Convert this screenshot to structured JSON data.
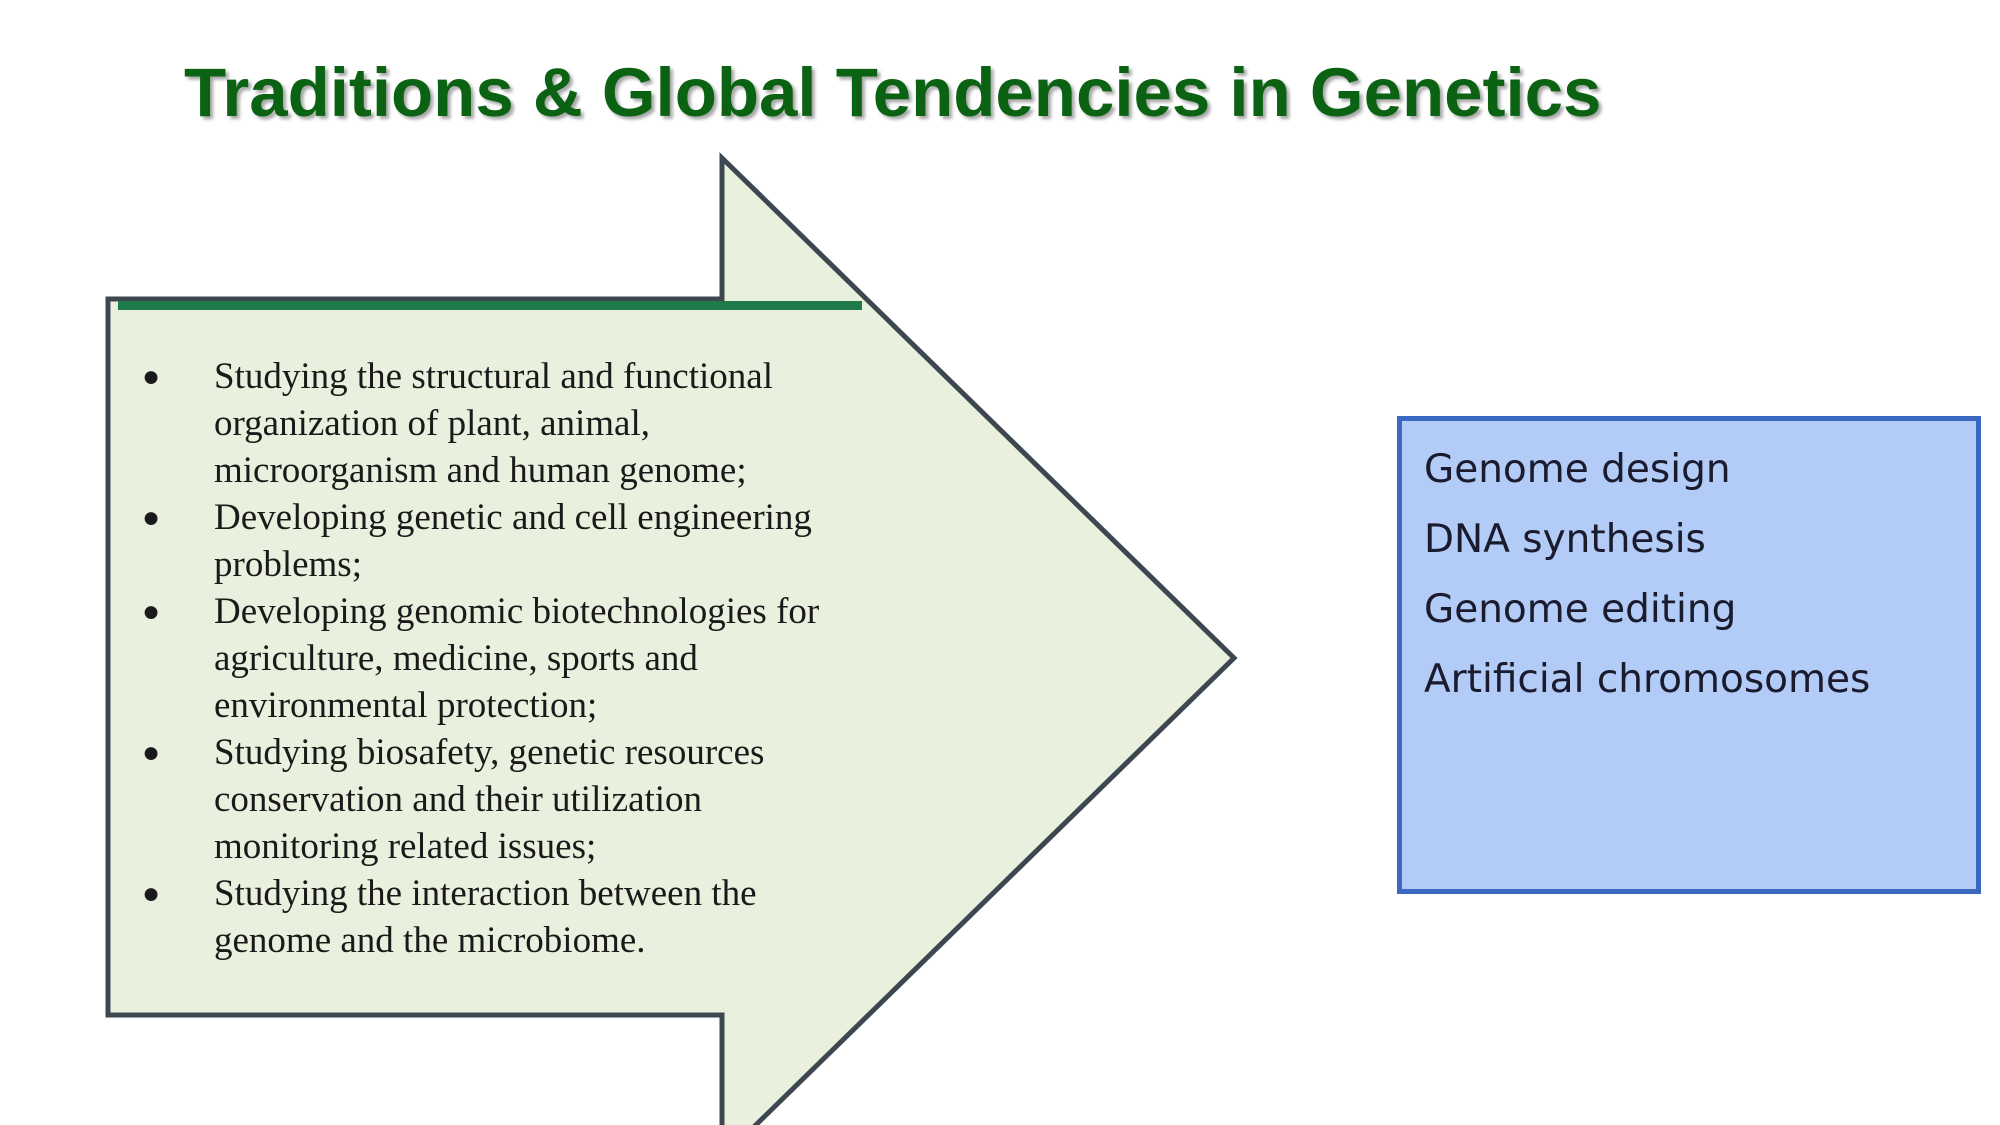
{
  "title": "Traditions & Global Tendencies in Genetics",
  "traditions": [
    "Studying the structural and functional organization of plant, animal, microorganism and human genome;",
    "Developing genetic and cell engineering problems;",
    "Developing genomic biotechnologies for agriculture, medicine, sports and environmental protection;",
    "Studying biosafety, genetic resources conservation and their utilization monitoring related issues;",
    "Studying the interaction between the genome and the microbiome."
  ],
  "tendencies": [
    "Genome design",
    "DNA synthesis",
    "Genome editing",
    "Artificial chromosomes"
  ],
  "colors": {
    "title": "#0a6212",
    "arrow_fill": "#eaf0de",
    "arrow_stroke": "#3c4750",
    "accent_bar": "#1f7a4a",
    "box_fill": "#b2cbf7",
    "box_stroke": "#3b69c1"
  }
}
